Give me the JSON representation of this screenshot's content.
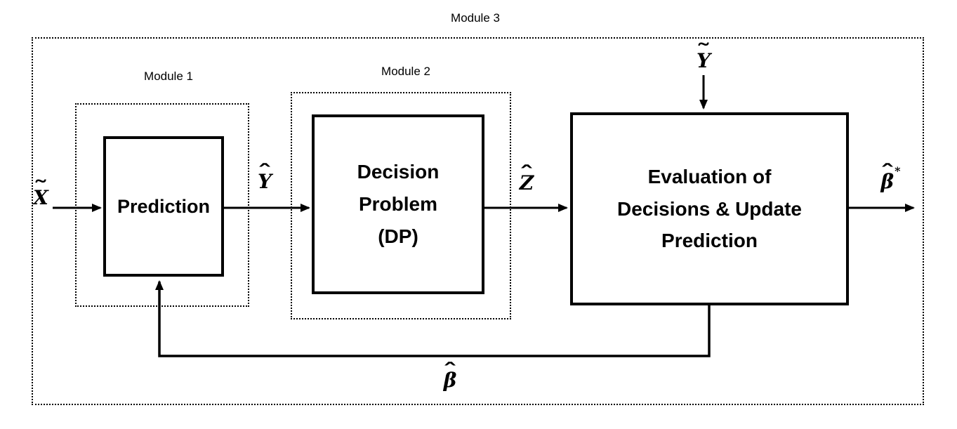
{
  "diagram": {
    "title": "Module 3",
    "modules": {
      "module1": {
        "label": "Module 1"
      },
      "module2": {
        "label": "Module 2"
      }
    },
    "boxes": {
      "prediction": {
        "label": "Prediction"
      },
      "decision_problem": {
        "lines": [
          "Decision",
          "Problem",
          "(DP)"
        ]
      },
      "evaluation": {
        "lines": [
          "Evaluation of",
          "Decisions & Update",
          "Prediction"
        ]
      }
    },
    "symbols": {
      "x_tilde": {
        "accent": "˜",
        "base": "X",
        "sup": ""
      },
      "y_hat": {
        "accent": "ˆ",
        "base": "Y",
        "sup": ""
      },
      "z_hat": {
        "accent": "ˆ",
        "base": "Z",
        "sup": ""
      },
      "y_tilde": {
        "accent": "˜",
        "base": "Y",
        "sup": ""
      },
      "beta_hat_star": {
        "accent": "ˆ",
        "base": "β",
        "sup": "*"
      },
      "beta_hat": {
        "accent": "ˆ",
        "base": "β",
        "sup": ""
      }
    },
    "colors": {
      "ink": "#000000",
      "background": "#ffffff"
    }
  }
}
